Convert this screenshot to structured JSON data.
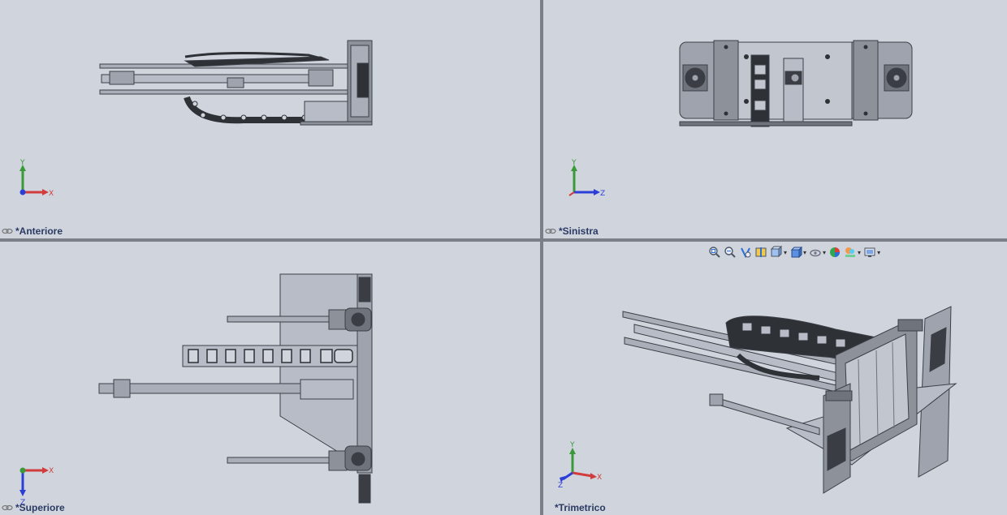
{
  "viewports": {
    "front": {
      "label": "*Anteriore",
      "axes": {
        "horizontal": "X",
        "vertical": "Y"
      }
    },
    "left": {
      "label": "*Sinistra",
      "axes": {
        "horizontal": "Z",
        "vertical": "Y"
      }
    },
    "top": {
      "label": "*Superiore",
      "axes": {
        "horizontal": "X",
        "vertical": "Z"
      }
    },
    "trimetric": {
      "label": "*Trimetrico",
      "axes": {
        "x": "X",
        "y": "Y",
        "z": "Z"
      }
    }
  },
  "colors": {
    "viewport_bg": "#d0d4dd",
    "axis_x": "#d23c3c",
    "axis_y": "#3a9a3a",
    "axis_z": "#2b3fd6",
    "label_text": "#2a3a63",
    "model_line": "#3c3f46",
    "model_fill": "#a9aeb8"
  },
  "toolbar": {
    "icons": [
      "zoom-to-fit-icon",
      "zoom-to-area-icon",
      "previous-view-icon",
      "section-view-icon",
      "view-orientation-icon",
      "display-style-icon",
      "hide-show-items-icon",
      "edit-appearance-icon",
      "apply-scene-icon",
      "view-settings-icon"
    ]
  }
}
